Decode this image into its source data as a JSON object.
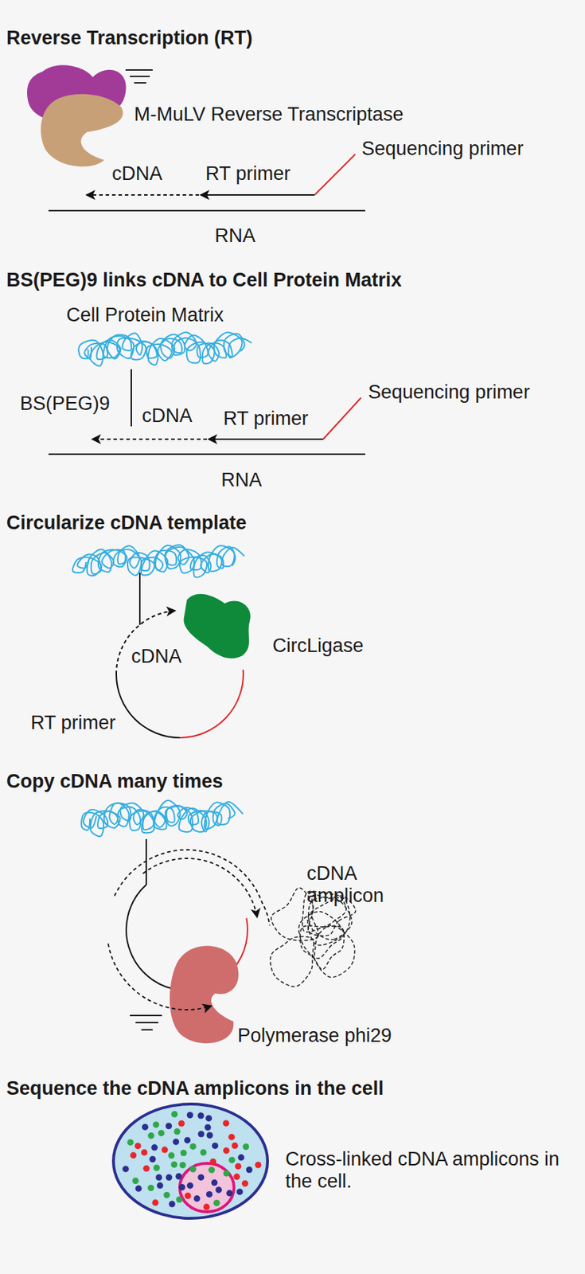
{
  "diagram": {
    "labels": [
      "Reverse Transcription (RT)",
      "M-MuLV Reverse Transcriptase",
      "Sequencing primer",
      "cDNA",
      "RT primer",
      "RNA",
      "BS(PEG)9 links cDNA to Cell Protein Matrix",
      "Cell Protein Matrix",
      "Sequencing primer",
      "BS(PEG)9",
      "cDNA",
      "RT primer",
      "RNA",
      "Circularize cDNA template",
      "cDNA",
      "CircLigase",
      "RT primer",
      "Copy cDNA many times",
      "cDNA amplicon",
      "Polymerase phi29",
      "Sequence the cDNA amplicons in the cell",
      "Cross-linked cDNA amplicons in the cell."
    ]
  }
}
